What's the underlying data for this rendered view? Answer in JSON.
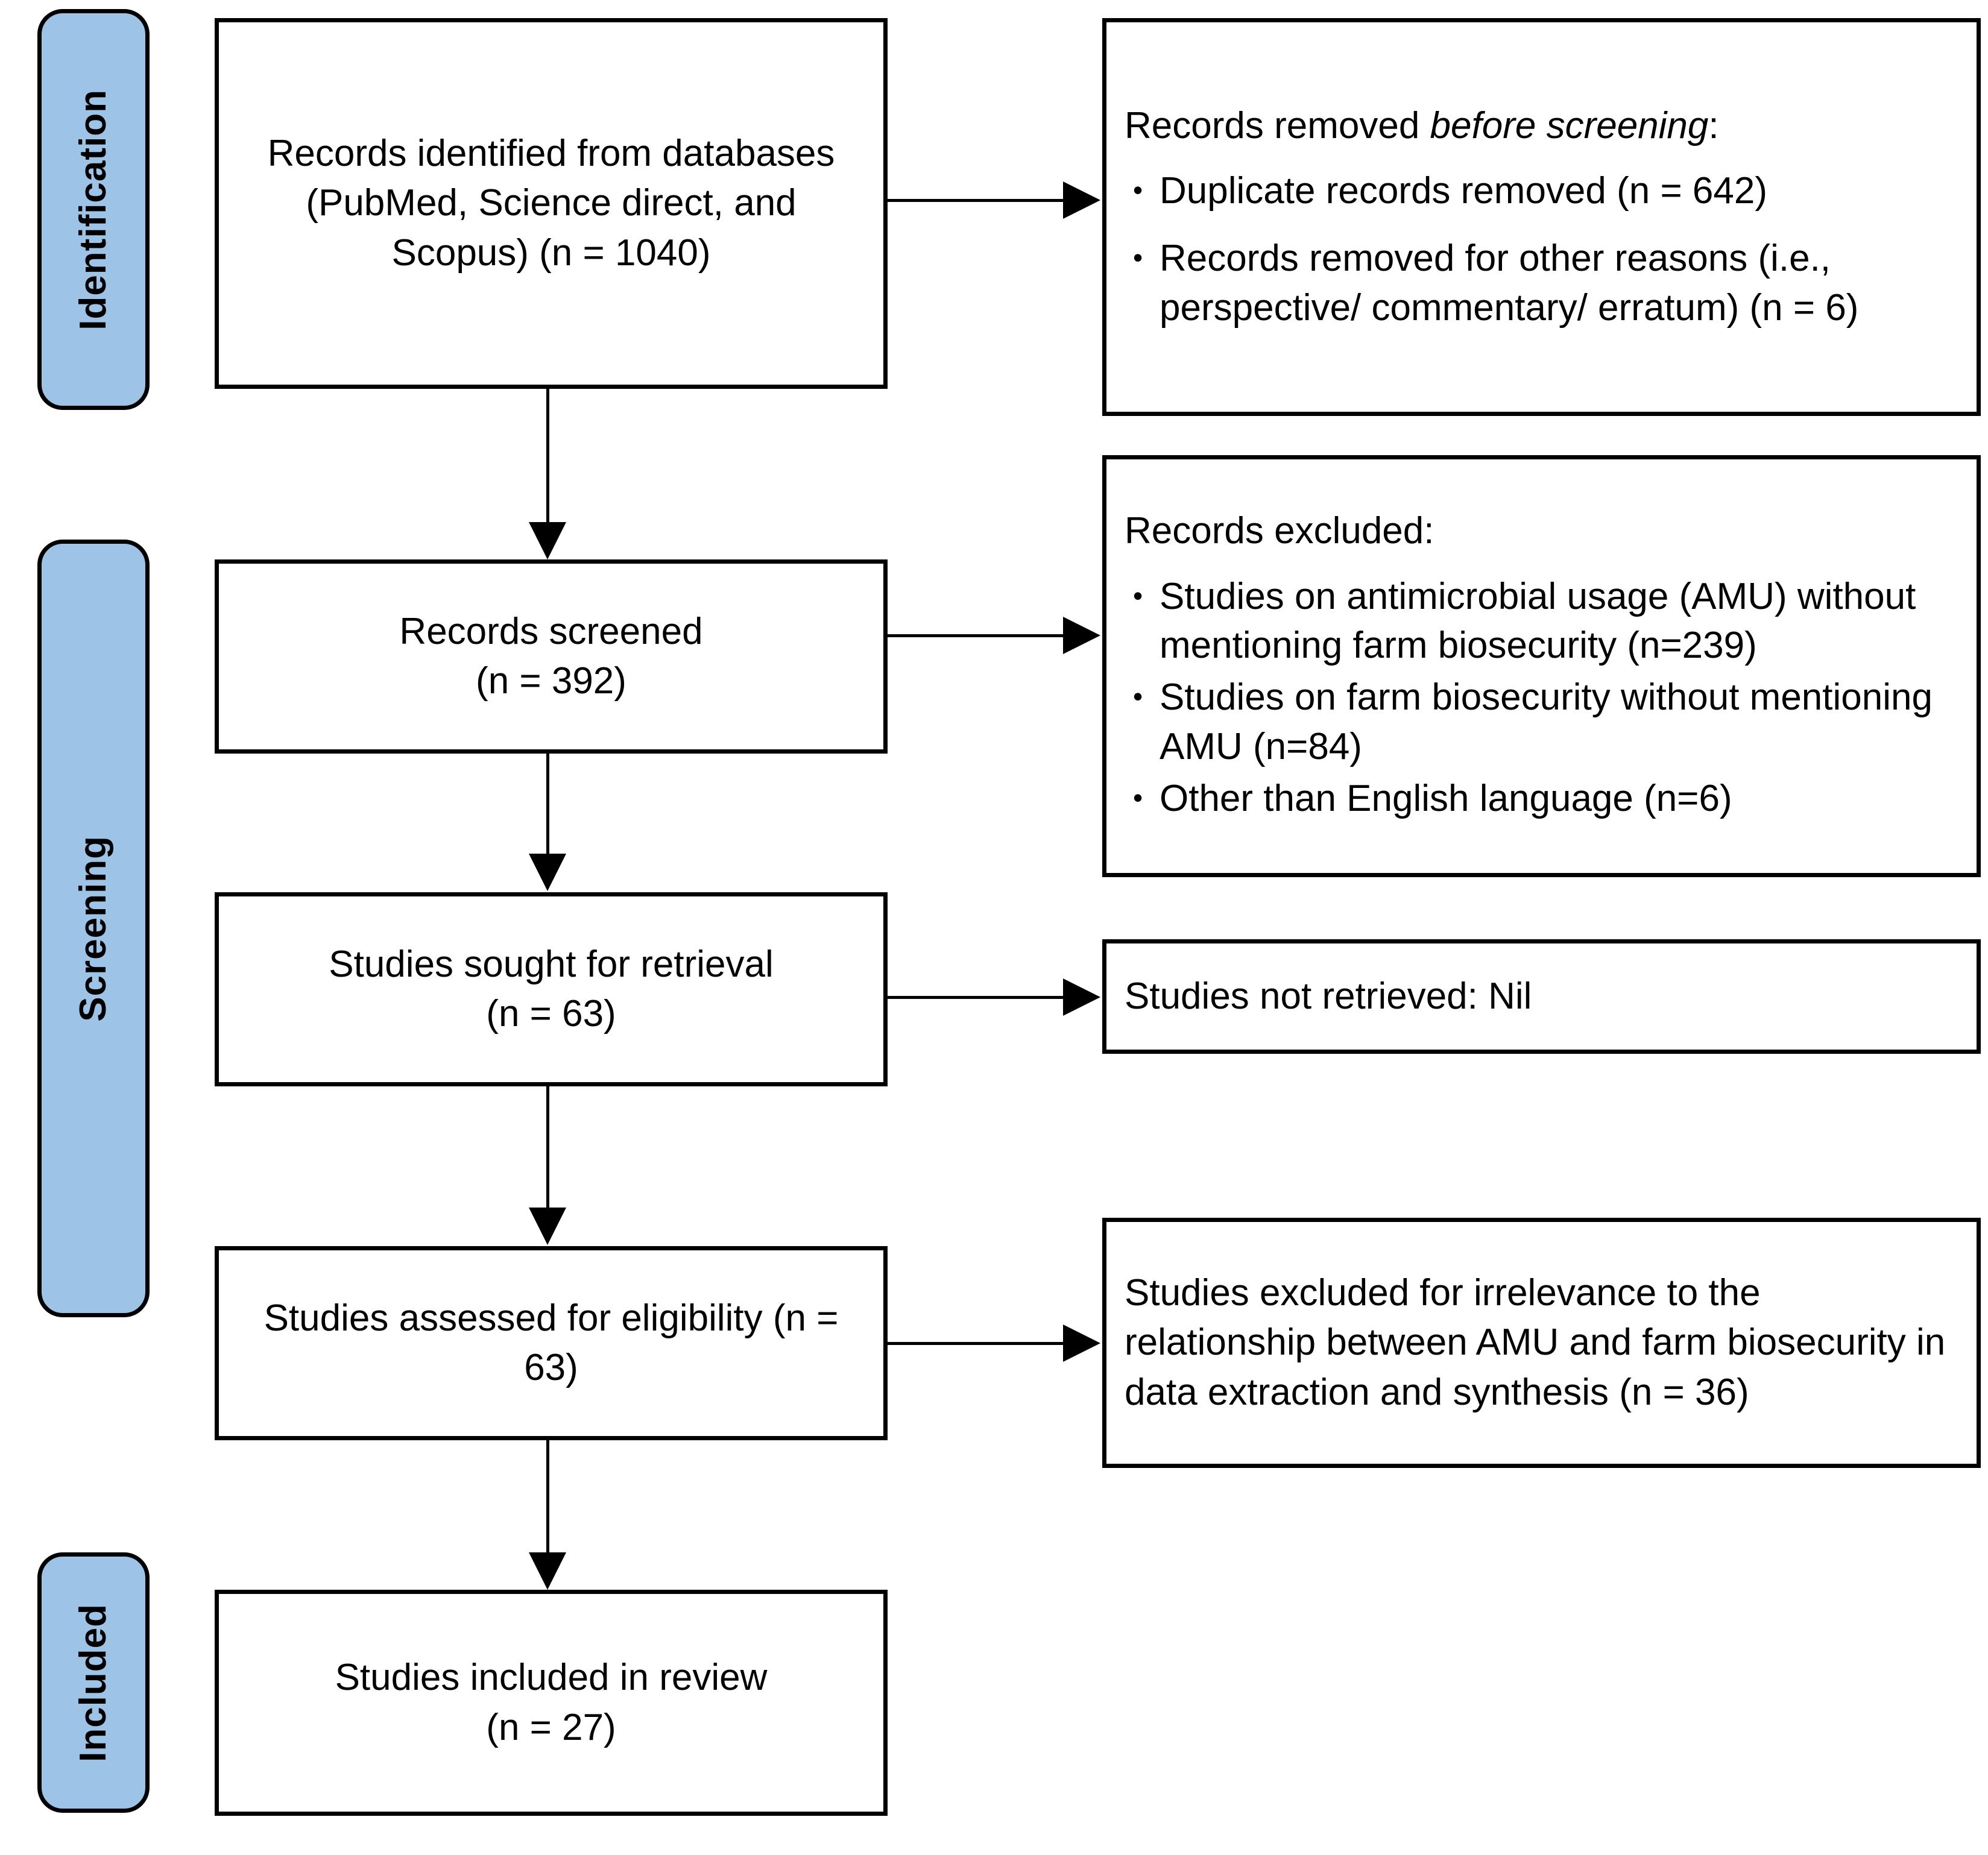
{
  "diagram": {
    "title": "PRISMA 2020 flow diagram",
    "accent_color": "#9DC3E6",
    "border_color": "#000000",
    "background_color": "#FFFFFF"
  },
  "stages": [
    {
      "id": "identification",
      "label": "Identification"
    },
    {
      "id": "screening",
      "label": "Screening"
    },
    {
      "id": "included",
      "label": "Included"
    }
  ],
  "flow": {
    "identified": {
      "text": "Records identified from databases (PubMed, Science direct, and Scopus) (n = 1040)",
      "n": 1040
    },
    "removed_before_screening": {
      "heading_prefix": "Records removed ",
      "heading_italic": "before screening",
      "heading_suffix": ":",
      "items": [
        {
          "text": "Duplicate records removed (n = 642)",
          "n": 642
        },
        {
          "text": "Records removed for other reasons (i.e., perspective/ commentary/ erratum)  (n = 6)",
          "n": 6
        }
      ]
    },
    "screened": {
      "text": "Records screened\n(n = 392)",
      "n": 392
    },
    "excluded": {
      "heading": "Records excluded:",
      "items": [
        {
          "text": "Studies on antimicrobial usage (AMU) without mentioning farm biosecurity (n=239)",
          "n": 239
        },
        {
          "text": "Studies on farm biosecurity without mentioning AMU (n=84)",
          "n": 84
        },
        {
          "text": "Other than English language (n=6)",
          "n": 6
        }
      ]
    },
    "sought": {
      "text": "Studies sought for retrieval\n(n = 63)",
      "n": 63
    },
    "not_retrieved": {
      "text": "Studies not retrieved: Nil"
    },
    "assessed": {
      "text": "Studies assessed for eligibility (n = 63)",
      "n": 63
    },
    "excluded_irrelevance": {
      "text": "Studies excluded for irrelevance to the relationship between AMU and farm biosecurity in data extraction and synthesis (n = 36)",
      "n": 36
    },
    "included": {
      "text": "Studies included in review\n(n = 27)",
      "n": 27
    }
  }
}
